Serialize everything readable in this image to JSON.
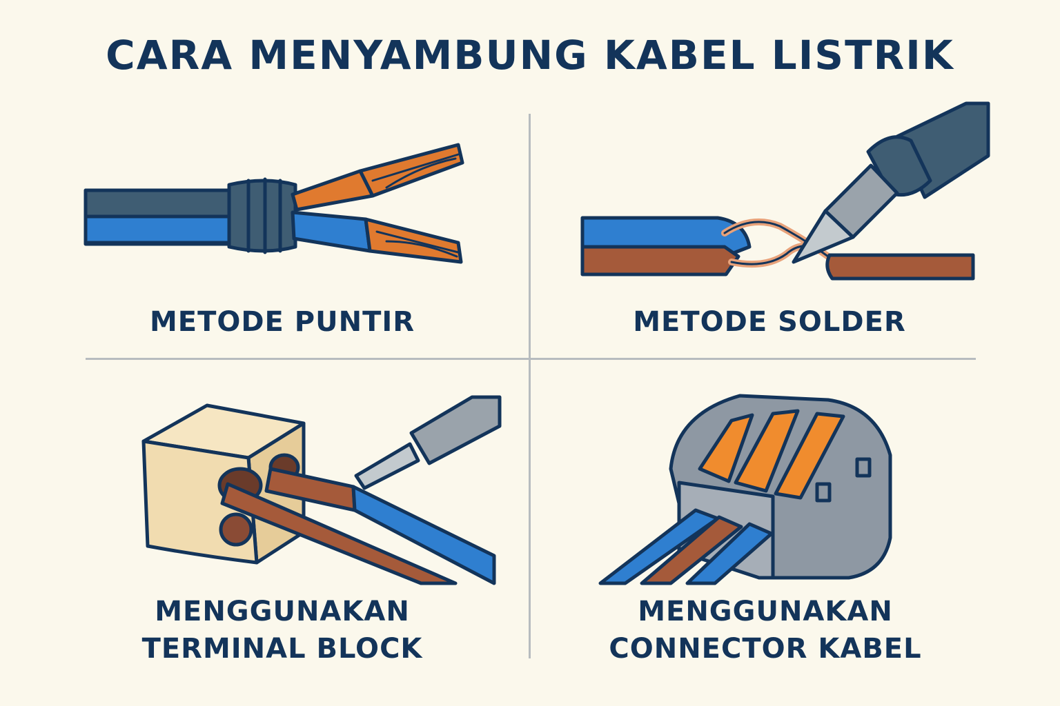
{
  "title": "CARA MENYAMBUNG KABEL LISTRIK",
  "methods": [
    {
      "id": "puntir",
      "label_lines": [
        "METODE PUNTIR"
      ]
    },
    {
      "id": "solder",
      "label_lines": [
        "METODE SOLDER"
      ]
    },
    {
      "id": "terminal-block",
      "label_lines": [
        "MENGGUNAKAN",
        "TERMINAL BLOCK"
      ]
    },
    {
      "id": "connector",
      "label_lines": [
        "MENGGUNAKAN",
        "CONNECTOR KABEL"
      ]
    }
  ],
  "colors": {
    "background": "#fbf8ec",
    "title": "#13345a",
    "outline": "#13345a",
    "cable_dark": "#3f5d73",
    "wire_blue": "#2f7fd0",
    "wire_brown": "#a55a3a",
    "copper": "#e07a2f",
    "terminal": "#f1dcb0",
    "connector_grey": "#8e98a3",
    "lever_orange": "#f08c2e",
    "tool_grey": "#9aa3ab",
    "divider": "#b7bcbf"
  },
  "icons": [
    "twisted-wire-icon",
    "soldering-iron-icon",
    "terminal-block-icon",
    "wire-connector-icon"
  ]
}
